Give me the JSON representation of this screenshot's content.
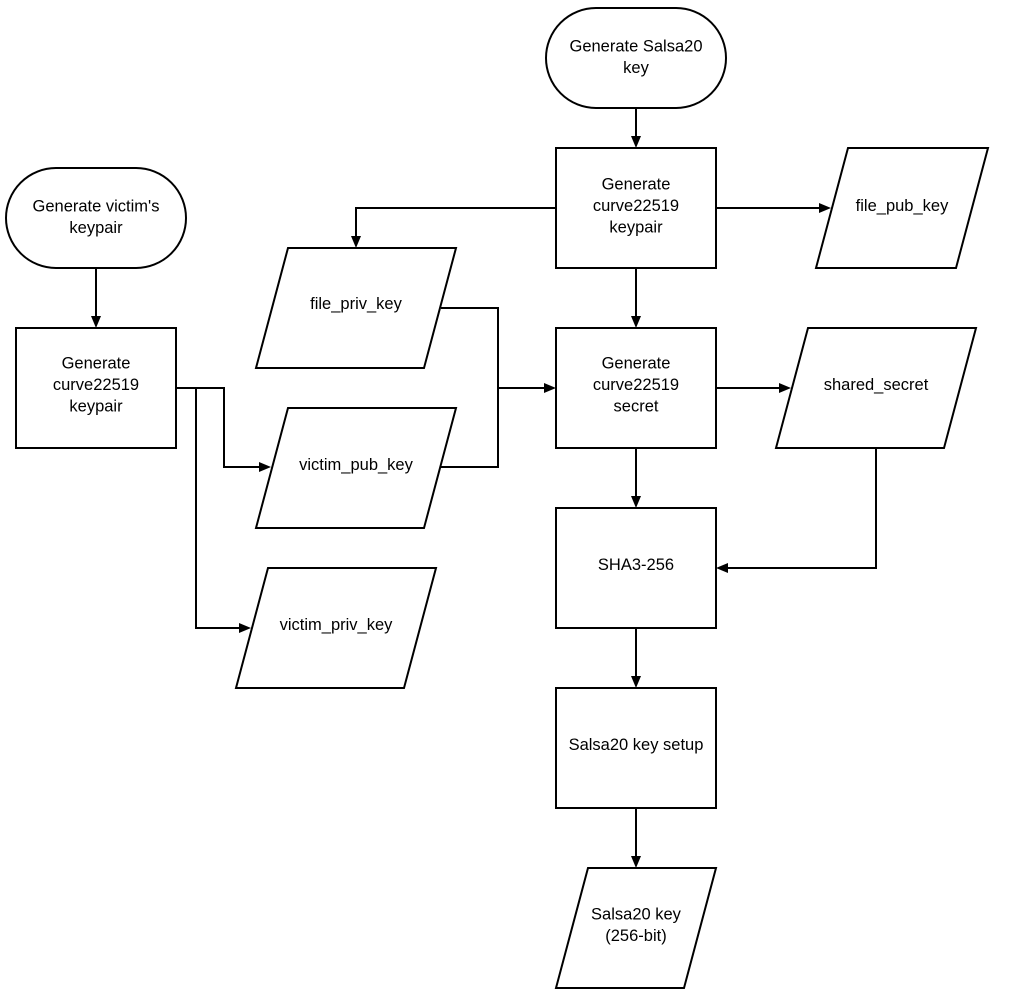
{
  "nodes": {
    "gen_salsa20_key": {
      "lines": [
        "Generate Salsa20",
        "key"
      ]
    },
    "gen_victim_keypair": {
      "lines": [
        "Generate victim's",
        "keypair"
      ]
    },
    "gen_file_keypair": {
      "lines": [
        "Generate",
        "curve22519",
        "keypair"
      ]
    },
    "gen_victim_curve_keypair": {
      "lines": [
        "Generate",
        "curve22519",
        "keypair"
      ]
    },
    "file_pub_key": {
      "lines": [
        "file_pub_key"
      ]
    },
    "file_priv_key": {
      "lines": [
        "file_priv_key"
      ]
    },
    "gen_secret": {
      "lines": [
        "Generate",
        "curve22519",
        "secret"
      ]
    },
    "shared_secret": {
      "lines": [
        "shared_secret"
      ]
    },
    "victim_pub_key": {
      "lines": [
        "victim_pub_key"
      ]
    },
    "sha3_256": {
      "lines": [
        "SHA3-256"
      ]
    },
    "victim_priv_key": {
      "lines": [
        "victim_priv_key"
      ]
    },
    "salsa20_key_setup": {
      "lines": [
        "Salsa20 key setup"
      ]
    },
    "salsa20_key_out": {
      "lines": [
        "Salsa20 key",
        "(256-bit)"
      ]
    }
  },
  "colors": {
    "stroke": "#000000",
    "fill": "#ffffff",
    "text": "#000000"
  }
}
